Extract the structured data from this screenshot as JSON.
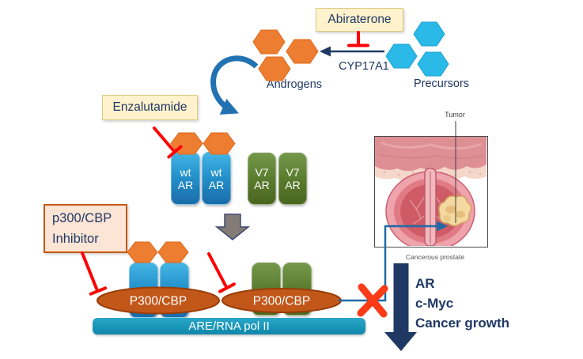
{
  "labels": {
    "abiraterone": "Abiraterone",
    "enzalutamide": "Enzalutamide",
    "inhibitor_line1": "p300/CBP",
    "inhibitor_line2": "Inhibitor",
    "cyp17a1": "CYP17A1",
    "precursors": "Precursors",
    "androgens": "Androgens",
    "wt_ar_line1": "wt",
    "wt_ar_line2": "AR",
    "v7_ar_line1": "V7",
    "v7_ar_line2": "AR",
    "p300_cbp": "P300/CBP",
    "are_bar": "ARE/RNA pol II",
    "tumor": "Tumor",
    "cancerous_prostate": "Cancerous prostate",
    "outcome_line1": "AR",
    "outcome_line2": "c-Myc",
    "outcome_line3": "Cancer growth"
  },
  "colors": {
    "androgen_orange": "#ED7D31",
    "precursor_cyan": "#2BB9E8",
    "wt_ar_blue": "#1A6CA9",
    "v7_ar_green": "#4A651F",
    "p300_ellipse": "#C2571A",
    "are_bar_teal": "#1A96BA",
    "navy_text": "#1F3864",
    "inhibition_red": "#FF0000",
    "block_x_red": "#FB3A16",
    "pathway_blue": "#2272B2",
    "gray_arrow": "#837B76",
    "note_cream": "#FFF2CC",
    "note_peach": "#FCE5D5"
  }
}
